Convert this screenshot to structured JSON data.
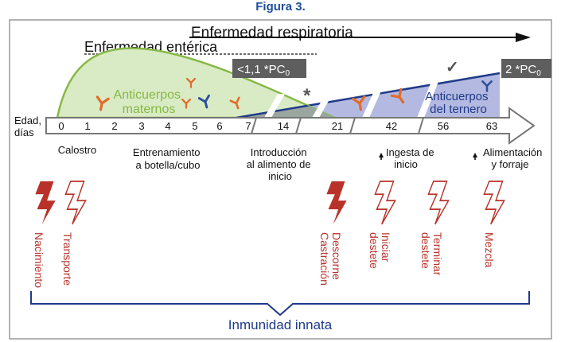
{
  "figure_title": "Figura 3.",
  "diseases": {
    "respiratory": "Enfermedad respiratoria",
    "enteric": "Enfermedad entérica"
  },
  "thresholds": {
    "left": "<1,1 *PC",
    "left_sub": "0",
    "right": "2 *PC",
    "right_sub": "0"
  },
  "markers": {
    "asterisk": "*",
    "check": "✓"
  },
  "antibodies": {
    "maternal_line1": "Anticuerpos",
    "maternal_line2": "maternos",
    "calf_line1": "Anticuerpos",
    "calf_line2": "del ternero"
  },
  "axis": {
    "label_line1": "Edad,",
    "label_line2": "días",
    "ticks": [
      "0",
      "1",
      "2",
      "3",
      "4",
      "5",
      "6",
      "7",
      "14",
      "21",
      "42",
      "56",
      "63"
    ]
  },
  "phases": {
    "calostro": "Calostro",
    "entrenamiento_1": "Entrenamiento",
    "entrenamiento_2": "a botella/cubo",
    "introduccion_1": "Introducción",
    "introduccion_2": "al alimento de",
    "introduccion_3": "inicio",
    "ingesta_1": "Ingesta de",
    "ingesta_2": "inicio",
    "alimentacion_1": "Alimentación",
    "alimentacion_2": "y forraje"
  },
  "stressors": {
    "nacimiento": "Nacimiento",
    "transporte": "Transporte",
    "descorne": "Descorne",
    "castracion": "Castración",
    "iniciar_1": "Iniciar",
    "iniciar_2": "destete",
    "terminar_1": "Terminar",
    "terminar_2": "destete",
    "mezcla": "Mezcla"
  },
  "innate": "Inmunidad innata",
  "colors": {
    "title_blue": "#1f4e9a",
    "green": "#86b847",
    "green_fill": "#d9ebc4",
    "navy": "#1f3a8a",
    "calf_fill": "#b3b9e0",
    "red": "#b8322a",
    "orange_ab": "#e36b2a",
    "grey_box": "#5e5e5e"
  }
}
